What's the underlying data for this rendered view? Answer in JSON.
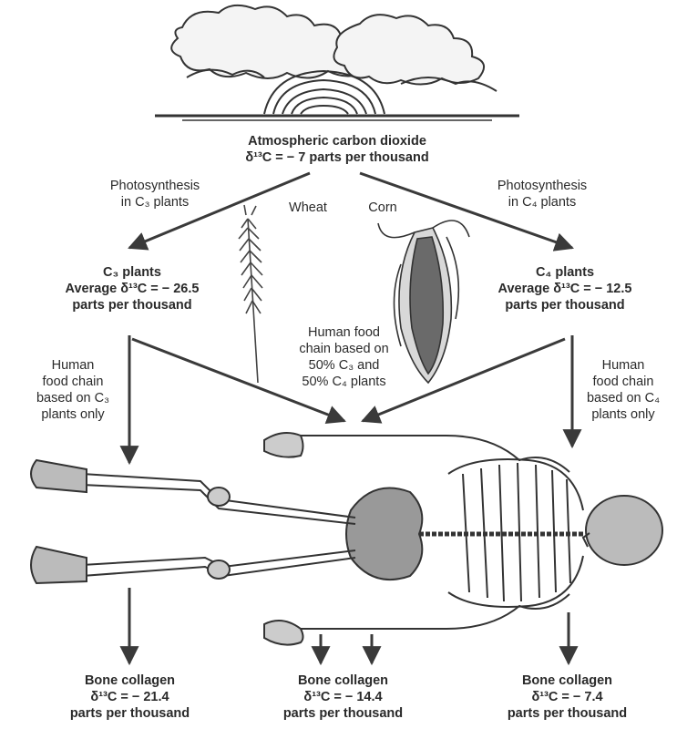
{
  "atmosphere": {
    "line1": "Atmospheric carbon dioxide",
    "line2": "δ¹³C = − 7 parts per thousand"
  },
  "pathways": {
    "left": [
      "Photosynthesis",
      "in C₃ plants"
    ],
    "right": [
      "Photosynthesis",
      "in C₄ plants"
    ]
  },
  "plants": {
    "wheat": "Wheat",
    "corn": "Corn"
  },
  "c3_plants": [
    "C₃ plants",
    "Average δ¹³C = − 26.5",
    "parts per thousand"
  ],
  "c4_plants": [
    "C₄ plants",
    "Average δ¹³C = − 12.5",
    "parts per thousand"
  ],
  "food_chain": {
    "left": [
      "Human",
      "food chain",
      "based on C₃",
      "plants only"
    ],
    "middle": [
      "Human food",
      "chain based on",
      "50% C₃ and",
      "50% C₄ plants"
    ],
    "right": [
      "Human",
      "food chain",
      "based on C₄",
      "plants only"
    ]
  },
  "bone_collagen": {
    "left": [
      "Bone collagen",
      "δ¹³C = − 21.4",
      "parts per thousand"
    ],
    "middle": [
      "Bone collagen",
      "δ¹³C = − 14.4",
      "parts per thousand"
    ],
    "right": [
      "Bone collagen",
      "δ¹³C = − 7.4",
      "parts per thousand"
    ]
  }
}
